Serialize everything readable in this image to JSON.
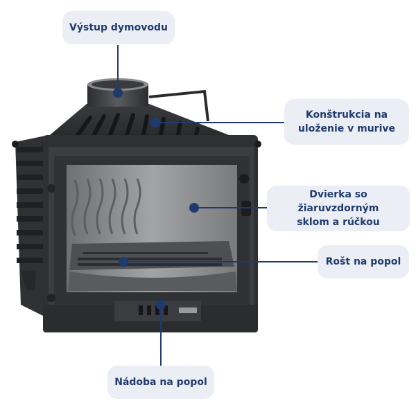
{
  "labels": {
    "flue_outlet": "Výstup dymovodu",
    "construction": [
      "Konštrukcia na",
      "uloženie v murive"
    ],
    "door": [
      "Dvierka so žiaruvzdorným",
      "sklom a rúčkou"
    ],
    "grate": "Rošt na popol",
    "ash_pan": "Nádoba na popol"
  },
  "colors": {
    "accent": "#1f3b6e",
    "label_bg": "#eceef5",
    "iron_dark": "#2a2b2d",
    "iron_mid": "#46484b",
    "glass": "#8c8d8f"
  }
}
